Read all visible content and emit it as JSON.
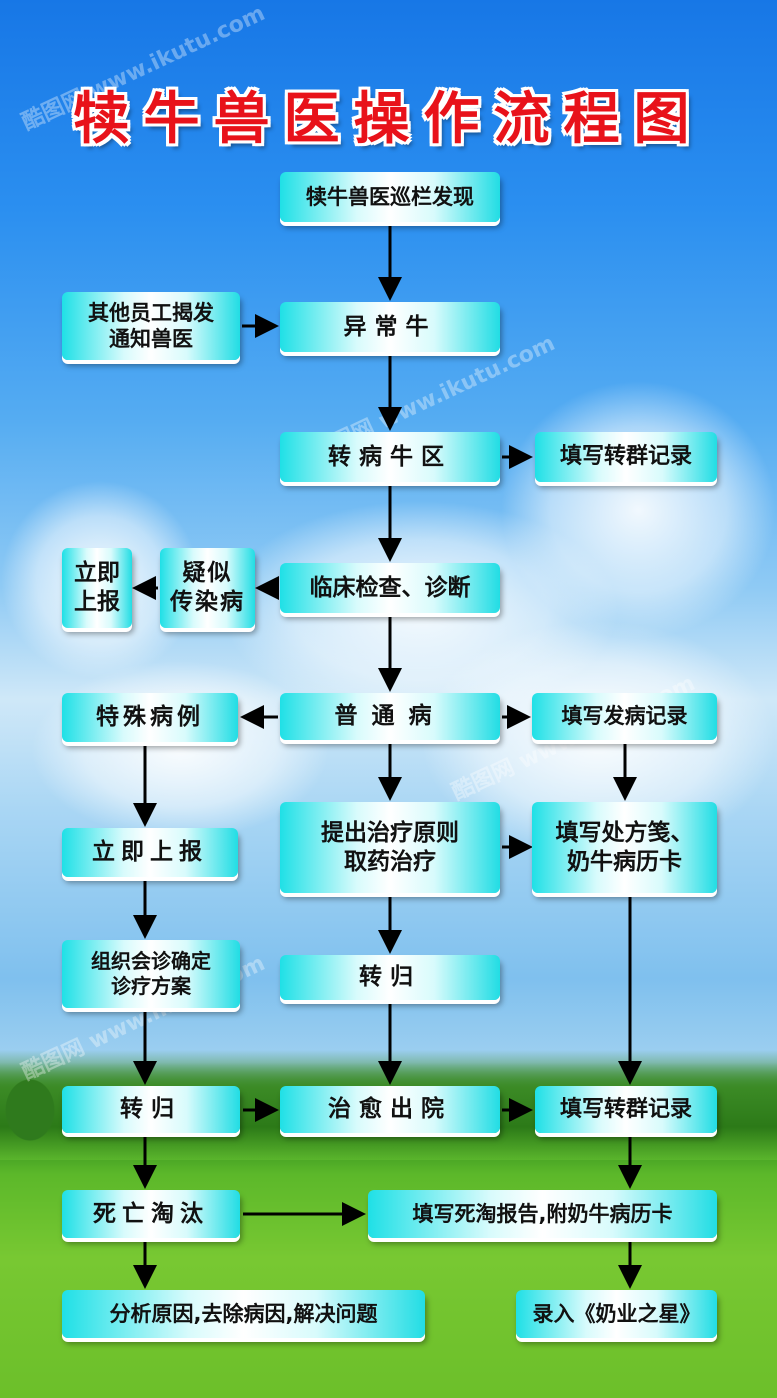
{
  "title": "犊牛兽医操作流程图",
  "watermark": "酷图网 www.ikutu.com",
  "nodes": {
    "patrol": "犊牛兽医巡栏发现",
    "abnormal": "异常牛",
    "report_staff": "其他员工揭发\n通知兽医",
    "sick_area": "转病牛区",
    "transfer_record_1": "填写转群记录",
    "exam": "临床检查、诊断",
    "suspect": "疑似\n传染病",
    "report_now_1": "立即\n上报",
    "common": "普通病",
    "special": "特殊病例",
    "illness_record": "填写发病记录",
    "treatment": "提出治疗原则\n取药治疗",
    "prescription": "填写处方笺、\n奶牛病历卡",
    "report_now_2": "立即上报",
    "consult": "组织会诊确定\n诊疗方案",
    "outcome_center": "转归",
    "outcome_left": "转归",
    "cured": "治愈出院",
    "transfer_record_2": "填写转群记录",
    "death": "死亡淘汰",
    "death_report": "填写死淘报告,附奶牛病历卡",
    "analysis": "分析原因,去除病因,解决问题",
    "enter_system": "录入《奶业之星》"
  },
  "colors": {
    "title": "#e8121a",
    "box_edge": "#1fe0e6",
    "arrow": "#000000"
  }
}
